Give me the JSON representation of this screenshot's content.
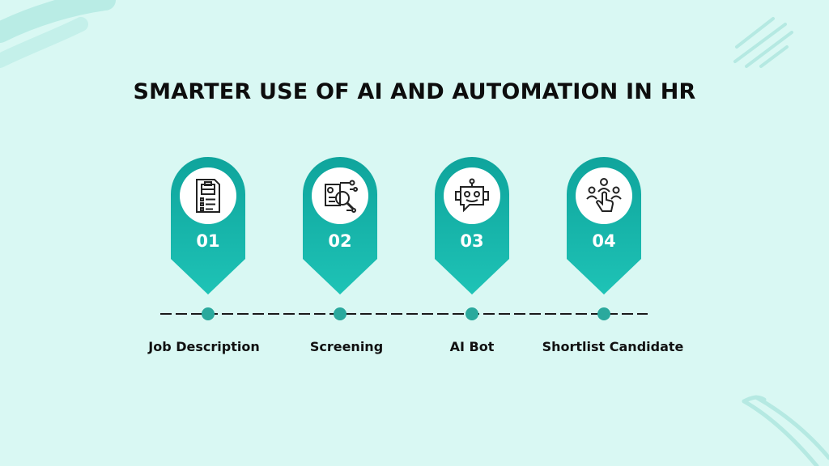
{
  "title": "SMARTER USE OF AI AND AUTOMATION IN HR",
  "colors": {
    "background": "#d9f8f3",
    "pin_top": "#10a9a0",
    "pin_bottom": "#1cc0b4",
    "node": "#2aa99d",
    "line": "#1a1a1a",
    "decoration": "#b9ece5"
  },
  "steps": [
    {
      "number": "01",
      "label": "Job Description",
      "icon": "job-description-document-icon"
    },
    {
      "number": "02",
      "label": "Screening",
      "icon": "screening-magnifier-icon"
    },
    {
      "number": "03",
      "label": "AI Bot",
      "icon": "robot-chat-icon"
    },
    {
      "number": "04",
      "label": "Shortlist Candidate",
      "icon": "select-candidate-icon"
    }
  ]
}
